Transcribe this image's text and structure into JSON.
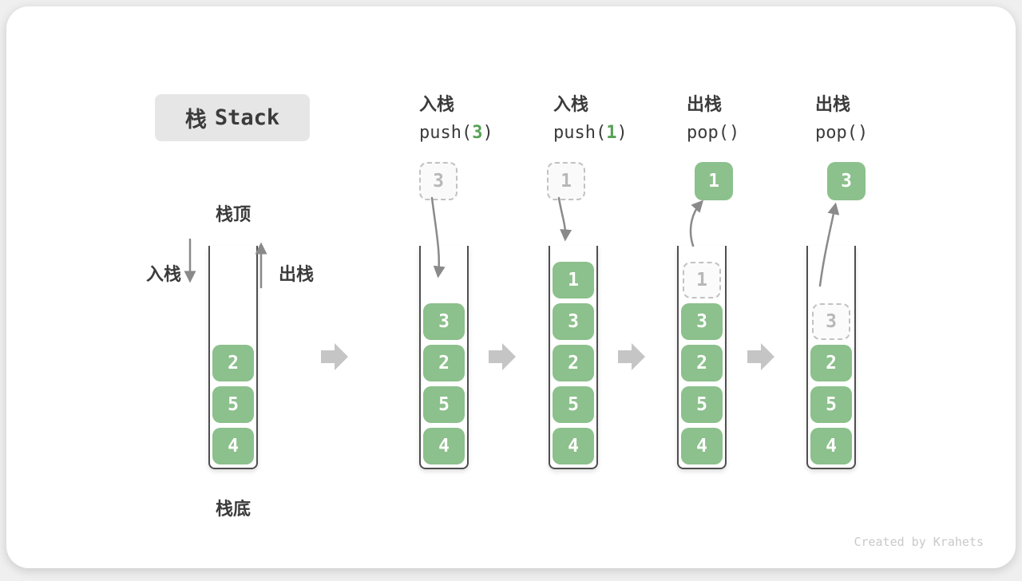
{
  "title": {
    "zh": "栈",
    "en": "Stack"
  },
  "watermark": "Created by Krahets",
  "base": {
    "top_label": "栈顶",
    "bottom_label": "栈底",
    "push_label": "入栈",
    "pop_label": "出栈",
    "cells": [
      "2",
      "5",
      "4"
    ]
  },
  "steps": [
    {
      "op": "入栈",
      "call_pre": "push(",
      "arg": "3",
      "call_post": ")",
      "staged": "3",
      "cells": [
        "3",
        "2",
        "5",
        "4"
      ]
    },
    {
      "op": "入栈",
      "call_pre": "push(",
      "arg": "1",
      "call_post": ")",
      "staged": "1",
      "cells": [
        "1",
        "3",
        "2",
        "5",
        "4"
      ]
    },
    {
      "op": "出栈",
      "call_pre": "pop(",
      "arg": "",
      "call_post": ")",
      "popped": "1",
      "ghost": "1",
      "cells": [
        "3",
        "2",
        "5",
        "4"
      ]
    },
    {
      "op": "出栈",
      "call_pre": "pop(",
      "arg": "",
      "call_post": ")",
      "popped": "3",
      "ghost": "3",
      "cells": [
        "2",
        "5",
        "4"
      ]
    }
  ],
  "colors": {
    "cell_green": "#8CC08C",
    "arg_green": "#56A156",
    "thin_arrow": "#8A8A8A",
    "block_arrow": "#C5C5C5",
    "title_bg": "#E6E6E6",
    "text_dark": "#3B3B3B",
    "ghost_text": "#B8B8B8",
    "ghost_border": "#C2C2C2"
  }
}
